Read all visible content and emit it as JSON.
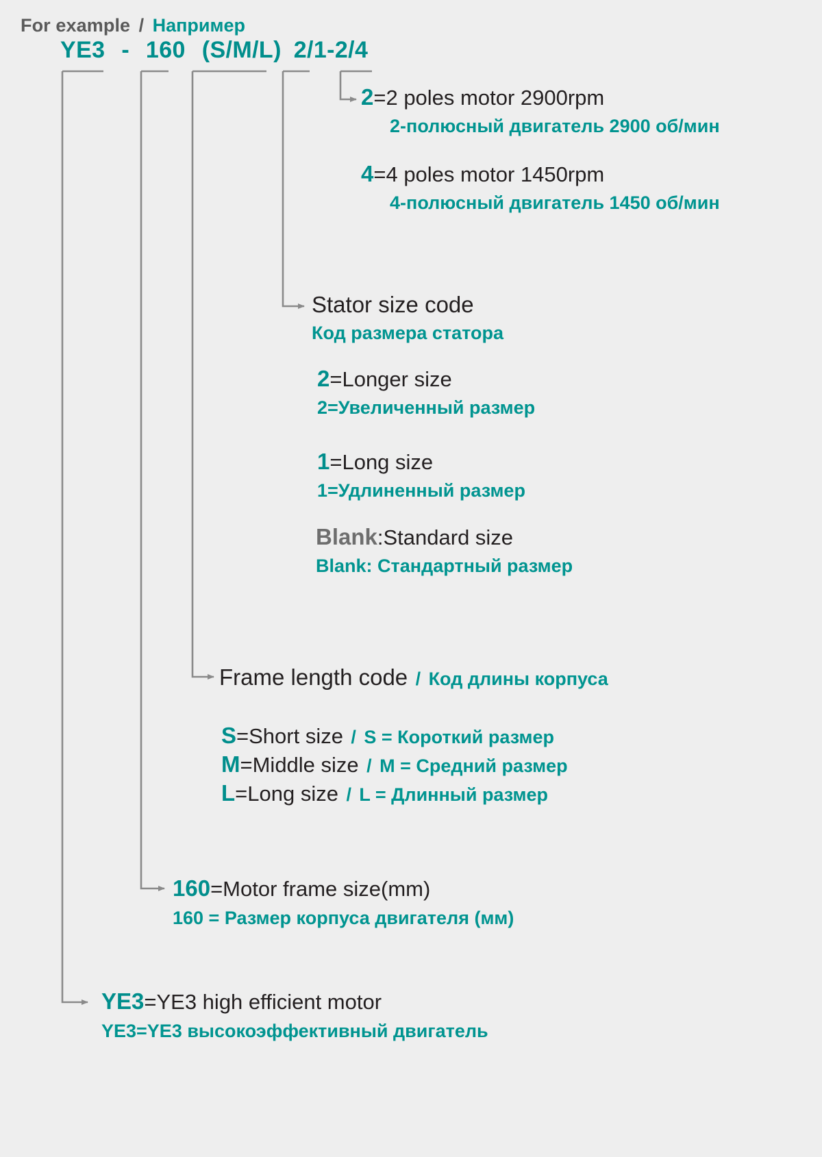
{
  "header": {
    "en": "For example",
    "slash": "/",
    "ru": "Например"
  },
  "model_code": {
    "full": "YE3 - 160 (S/M/L) 2/1-2/4",
    "parts": [
      "YE3",
      "-",
      "160",
      "(S/M/L)",
      "2/1-2/4"
    ]
  },
  "branches": [
    {
      "id": "poles",
      "items": [
        {
          "key": "2",
          "en": "=2 poles motor 2900rpm",
          "ru": "2-полюсный двигатель 2900 об/мин"
        },
        {
          "key": "4",
          "en": "=4 poles motor 1450rpm",
          "ru": "4-полюсный двигатель 1450 об/мин"
        }
      ]
    },
    {
      "id": "stator-size-code",
      "title_en": "Stator size code",
      "title_ru": "Код размера статора",
      "items": [
        {
          "key": "2",
          "en": "=Longer size",
          "ru": "2=Увеличенный размер"
        },
        {
          "key": "1",
          "en": "=Long size",
          "ru": "1=Удлиненный размер"
        },
        {
          "key": "Blank",
          "en": ":Standard size",
          "ru": "Blank: Стандартный размер"
        }
      ]
    },
    {
      "id": "frame-length-code",
      "title_en": "Frame length code",
      "title_sep": "/",
      "title_ru": "Код длины корпуса",
      "items": [
        {
          "key": "S",
          "en": "=Short size",
          "sep": "/",
          "ru": "S = Короткий размер"
        },
        {
          "key": "M",
          "en": "=Middle size",
          "sep": "/",
          "ru": "M = Средний размер"
        },
        {
          "key": "L",
          "en": "=Long size",
          "sep": "/",
          "ru": "L = Длинный размер"
        }
      ]
    },
    {
      "id": "frame-size",
      "items": [
        {
          "key": "160",
          "en": "=Motor frame size(mm)",
          "ru": "160 = Размер корпуса двигателя (мм)"
        }
      ]
    },
    {
      "id": "series",
      "items": [
        {
          "key": "YE3",
          "en": "=YE3 high efficient motor",
          "ru": "YE3=YE3 высокоэффективный двигатель"
        }
      ]
    }
  ],
  "colors": {
    "background": "#eeeeee",
    "teal": "#009490",
    "teal_key": "#008e8c",
    "ink": "#231f20",
    "gray_header": "#5a5a5a",
    "connector": "#8a8a8a"
  }
}
